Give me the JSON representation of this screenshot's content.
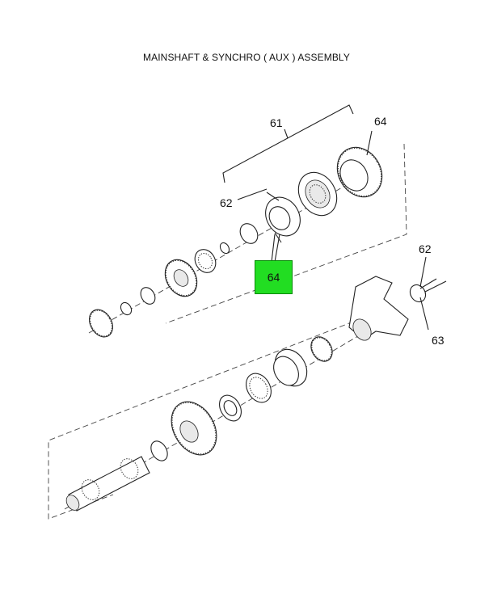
{
  "title": "MAINSHAFT & SYNCHRO ( AUX ) ASSEMBLY",
  "callouts": {
    "c61": "61",
    "c64_top": "64",
    "c62_left": "62",
    "c64_highlight": "64",
    "c62_right": "62",
    "c63": "63"
  },
  "colors": {
    "highlight": "#22dd22"
  }
}
